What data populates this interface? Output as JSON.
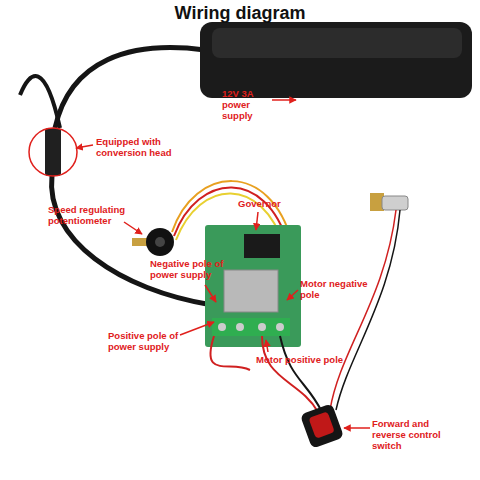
{
  "diagram": {
    "title": "Wiring diagram",
    "labels": [
      "12V 3A power supply",
      "Equipped with conversion head",
      "Speed regulating potentiometer",
      "Governor",
      "Negative pole of power supply",
      "Motor negative pole",
      "Positive pole of power supply",
      "Motor positive pole",
      "Forward and reverse control switch"
    ]
  }
}
